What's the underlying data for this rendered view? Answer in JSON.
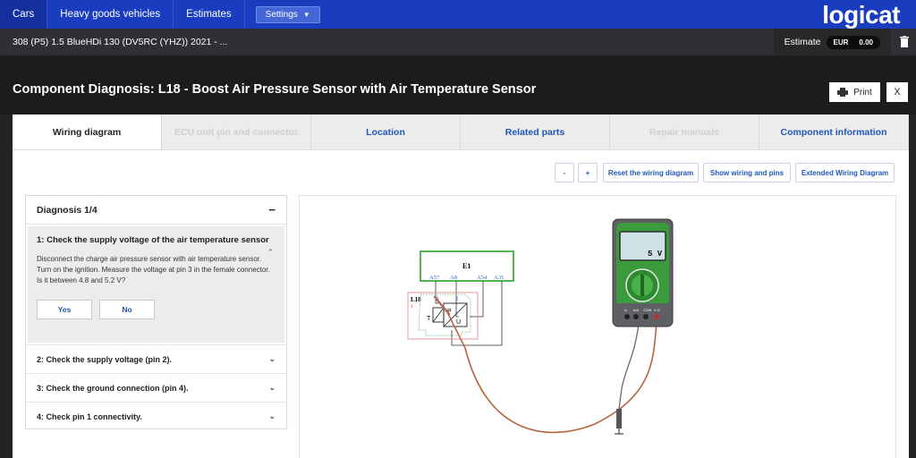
{
  "nav": {
    "items": [
      {
        "label": "Cars"
      },
      {
        "label": "Heavy goods vehicles"
      },
      {
        "label": "Estimates"
      }
    ],
    "settings_label": "Settings",
    "brand": "logicat"
  },
  "vehicle": {
    "label": "308 (P5) 1.5 BlueHDi 130 (DV5RC (YHZ)) 2021 - ...",
    "estimate_label": "Estimate",
    "currency": "EUR",
    "amount": "0.00"
  },
  "page": {
    "title": "Component Diagnosis: L18 - Boost Air Pressure Sensor with Air Temperature Sensor",
    "print_label": "Print",
    "close_label": "X"
  },
  "tabs": [
    {
      "label": "Wiring diagram",
      "state": "active"
    },
    {
      "label": "ECU unit pin and connector",
      "state": "disabled"
    },
    {
      "label": "Location",
      "state": "enabled"
    },
    {
      "label": "Related parts",
      "state": "enabled"
    },
    {
      "label": "Repair manuals",
      "state": "disabled"
    },
    {
      "label": "Component information",
      "state": "enabled"
    }
  ],
  "toolbar": {
    "zoom_out": "-",
    "zoom_in": "+",
    "reset": "Reset the wiring diagram",
    "show_wiring": "Show wiring and pins",
    "extended": "Extended Wiring Diagram"
  },
  "diagnosis": {
    "title": "Diagnosis 1/4",
    "toggle": "−",
    "current_step": {
      "title": "1: Check the supply voltage of the air temperature sensor",
      "description": "Disconnect the charge air pressure sensor with air temperature sensor. Turn on the ignition. Measure the voltage at pin 3 in the female connector. Is it between 4.8 and 5.2 V?",
      "yes_label": "Yes",
      "no_label": "No"
    },
    "steps": [
      {
        "label": "2: Check the supply voltage (pin 2)."
      },
      {
        "label": "3: Check the ground connection (pin 4)."
      },
      {
        "label": "4: Check pin 1 connectivity."
      }
    ]
  },
  "wiring": {
    "ecu_label": "E1",
    "pins": [
      "A57",
      "A8",
      "A54",
      "A35"
    ],
    "component_label": "L18",
    "component_pin_numbers": [
      "1",
      "3",
      "2"
    ],
    "sensor_letters": [
      "T",
      "P",
      "U"
    ],
    "meter_reading": "5 V",
    "meter_ports": [
      "A",
      "mA",
      "COM",
      "V Ω"
    ],
    "colors": {
      "ecu": "#2aa22a",
      "pin_text": "#3366cc",
      "probe_wire": "#b5653e",
      "meter_body": "#5f6065",
      "dial": "#3b9a3b"
    }
  }
}
